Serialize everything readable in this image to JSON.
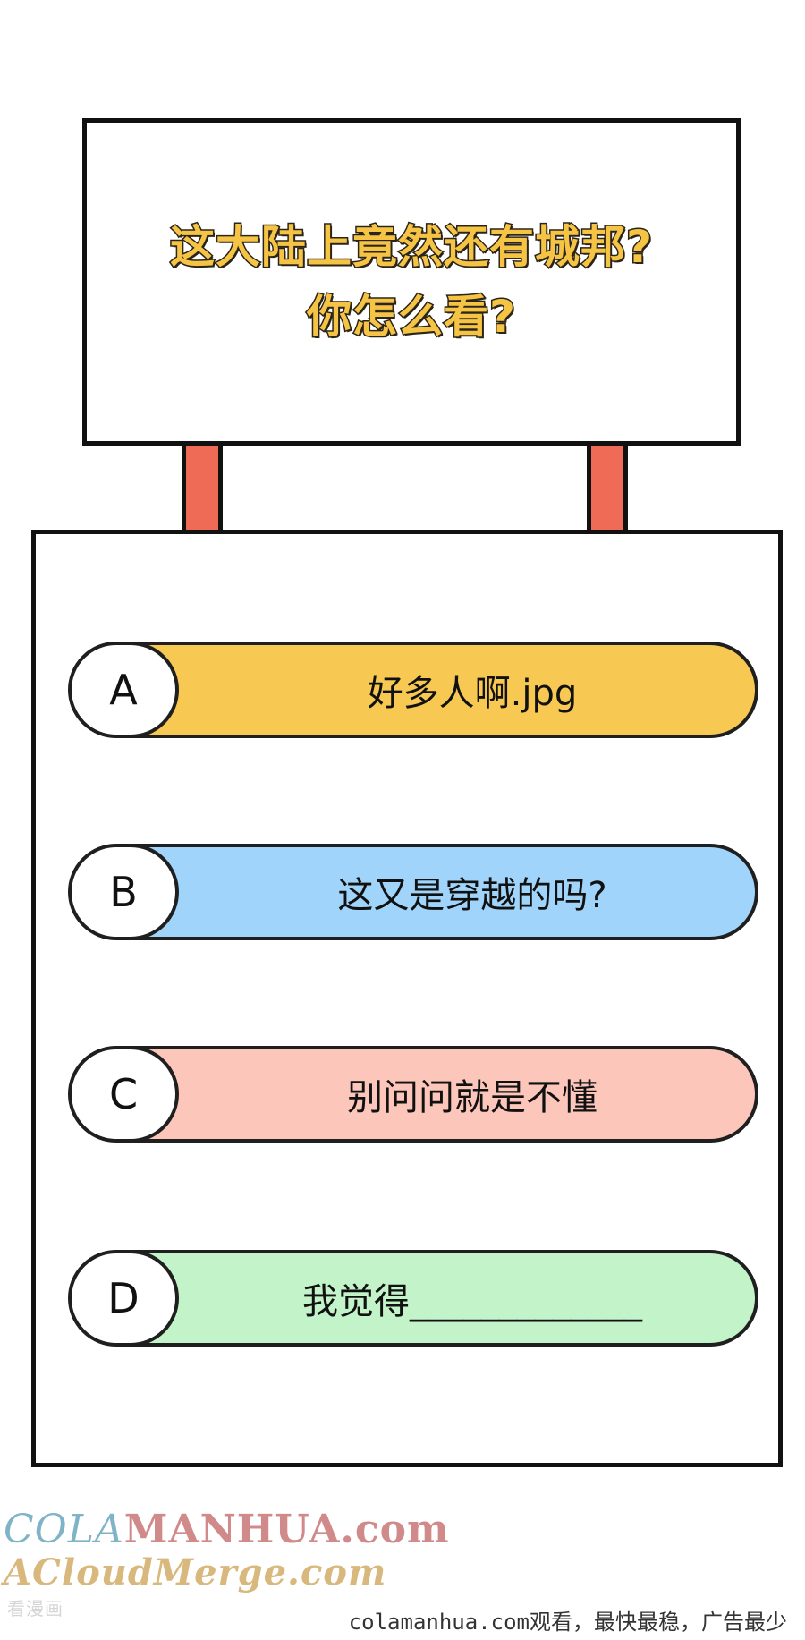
{
  "question": {
    "line1": "这大陆上竟然还有城邦?",
    "line2": "你怎么看?"
  },
  "options": [
    {
      "letter": "A",
      "text": "好多人啊.jpg",
      "color": "#f7c952"
    },
    {
      "letter": "B",
      "text": "这又是穿越的吗?",
      "color": "#a0d4fa"
    },
    {
      "letter": "C",
      "text": "别问问就是不懂",
      "color": "#fdc6ba"
    },
    {
      "letter": "D",
      "text": "我觉得_____________",
      "color": "#c3f3c8"
    }
  ],
  "colors": {
    "post": "#ef6b55",
    "question_text": "#f6c445",
    "outline": "#111111"
  },
  "watermark": {
    "line1_a": "COLA",
    "line1_b": "MANHUA.com",
    "line2": "ACloudMerge.com",
    "line3": "看漫画"
  },
  "footer": {
    "note": "colamanhua.com观看，最快最稳，广告最少"
  }
}
